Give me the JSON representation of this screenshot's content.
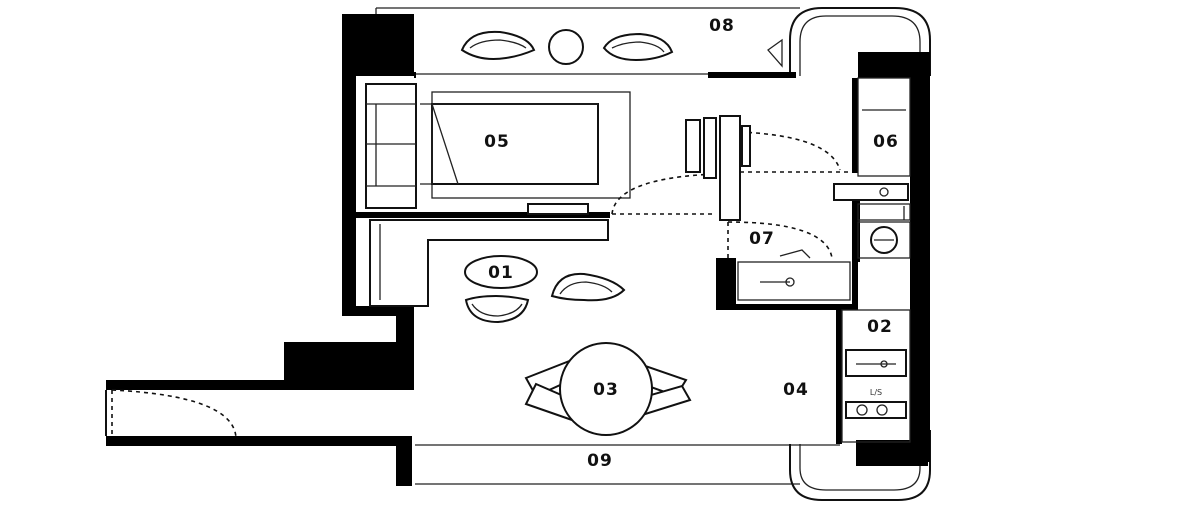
{
  "rooms": {
    "r01": "01",
    "r02": "02",
    "r03": "03",
    "r04": "04",
    "r05": "05",
    "r06": "06",
    "r07": "07",
    "r08": "08",
    "r09": "09"
  },
  "fixtures": {
    "laundry_label": "L/S"
  }
}
